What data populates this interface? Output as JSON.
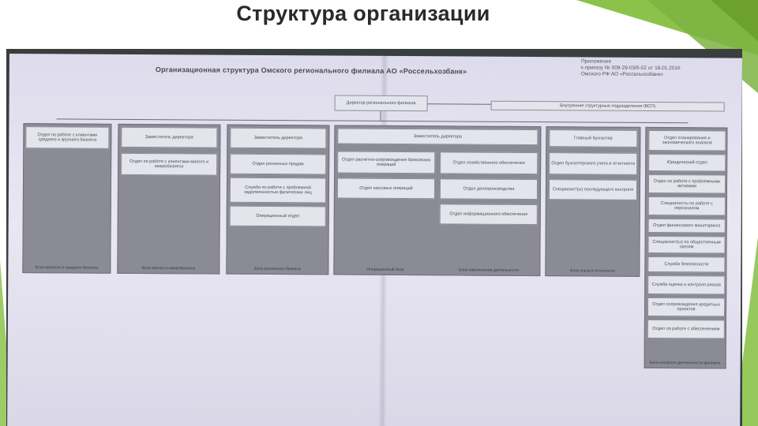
{
  "slide": {
    "title": "Структура организации"
  },
  "colors": {
    "accent_green": "#8bc34a",
    "accent_green_dark": "#6ca12e",
    "column_fill": "#8b8b96",
    "paper": "#e3e1ef"
  },
  "document": {
    "title": "Организационная структура Омского регионального филиала АО «Россельхозбанк»",
    "appendix": {
      "line1": "Приложение",
      "line2": "к приказу № 009-29-03/5-02 от 18.01.2016",
      "line3": "Омского РФ АО «Россельхозбанк»"
    },
    "director": "Директор регионального филиала",
    "internal_units": "Внутренние структурные подразделения (ВСП)",
    "columns": [
      {
        "head": "Отдел по работе с клиентами среднего и крупного бизнеса",
        "items": [],
        "footer": "Блок крупного и среднего бизнеса"
      },
      {
        "head": "Заместитель директора",
        "items": [
          "Отдел по работе с клиентами малого и микробизнеса"
        ],
        "footer": "Блок малого и микробизнеса"
      },
      {
        "head": "Заместитель директора",
        "items": [
          "Отдел розничных продаж",
          "Служба по работе с проблемной задолженностью физических лиц",
          "Операционный отдел"
        ],
        "footer": "Блок розничного бизнеса"
      },
      {
        "head": "Заместитель директора",
        "sub_a": [
          "Отдел расчетно-сопровождения банковских операций",
          "Отдел кассовых операций"
        ],
        "sub_b": [
          "Отдел хозяйственного обеспечения",
          "Отдел делопроизводства",
          "Отдел информационного обеспечения"
        ],
        "footer_a": "Операционный блок",
        "footer_b": "Блок обеспечения деятельности"
      },
      {
        "head": "Главный бухгалтер",
        "items": [
          "Отдел бухгалтерского учета и отчетности",
          "Специалист(ы) последующего контроля"
        ],
        "footer": "Блок учета и отчетности"
      }
    ],
    "right_column": [
      "Отдел планирования и экономического анализа",
      "Юридический отдел",
      "Отдел по работе с проблемными активами",
      "Специалисты по работе с персоналом",
      "Отдел финансового мониторинга",
      "Специалист(ы) по общественным связям",
      "Служба безопасности",
      "Служба оценки и контроля рисков",
      "Отдел сопровождения кредитных проектов",
      "Отдел по работе с обеспечением",
      "Блок контроля деятельности филиала"
    ]
  }
}
